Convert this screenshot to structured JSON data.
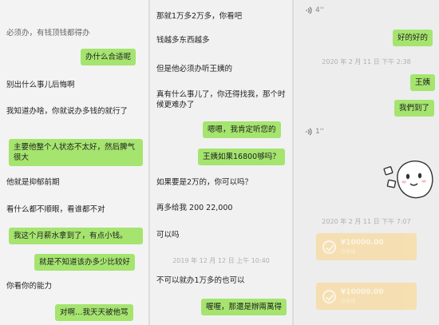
{
  "panel1": {
    "messages": [
      {
        "text": "必须办，有钱顶钱都得办"
      },
      {
        "text": "办什么合适呢",
        "sent": true
      },
      {
        "text": "别出什么事儿后悔啊"
      },
      {
        "text": "我知道办啥，你就说办多钱的就行了"
      },
      {
        "text": "主要他整个人状态不太好，然后脾气很大",
        "sent": true
      },
      {
        "text": "他就是抑郁前期"
      },
      {
        "text": "看什么都不顺眼，看谁都不对"
      },
      {
        "text": "我这个月薪水拿到了，有点小钱。",
        "sent": true
      },
      {
        "text": "就是不知道该办多少比较好",
        "sent": true
      },
      {
        "text": "你看你的能力"
      },
      {
        "text": "对啊…我天天被他骂",
        "sent": true
      }
    ]
  },
  "panel2": {
    "messages": [
      {
        "text": "那就1万多2万多，你看吧"
      },
      {
        "text": "钱越多东西越多"
      },
      {
        "text": "但是他必须办听王姨的"
      },
      {
        "text": "真有什么事儿了，你还得找我，那个时候更难办了"
      },
      {
        "text": "嗯嗯，我肯定听您的",
        "sent": true
      },
      {
        "text": "王姨如果16800够吗？",
        "sent": true
      },
      {
        "text": "如果要是2万的，你可以吗？"
      },
      {
        "text": "再多给我 200 22,000"
      },
      {
        "text": "可以吗"
      },
      {
        "text": "不可以就办1万多的也可以"
      },
      {
        "text": "喔喔，那還是辦兩萬得",
        "sent": true
      }
    ],
    "timestamp": "2019 年 12 月 12 日 上午 10:40"
  },
  "panel3": {
    "voice_top": "4''",
    "voice_mid": "1''",
    "messages": [
      {
        "text": "好的好的",
        "sent": true
      },
      {
        "text": "王姨",
        "sent": true
      },
      {
        "text": "我們到了",
        "sent": true
      }
    ],
    "timestamp1": "2020 年 2 月 11 日 下午 2:38",
    "timestamp2": "2020 年 2 月 11 日 下午 7:07",
    "transfers": [
      {
        "amount": "¥10000.00",
        "note": "已收钱"
      },
      {
        "amount": "¥10000.00",
        "note": "已收钱"
      }
    ]
  },
  "colors": {
    "sent_bubble": "#a5e46f",
    "transfer_card": "#f8dca2",
    "timestamp": "#b0b0b0"
  }
}
